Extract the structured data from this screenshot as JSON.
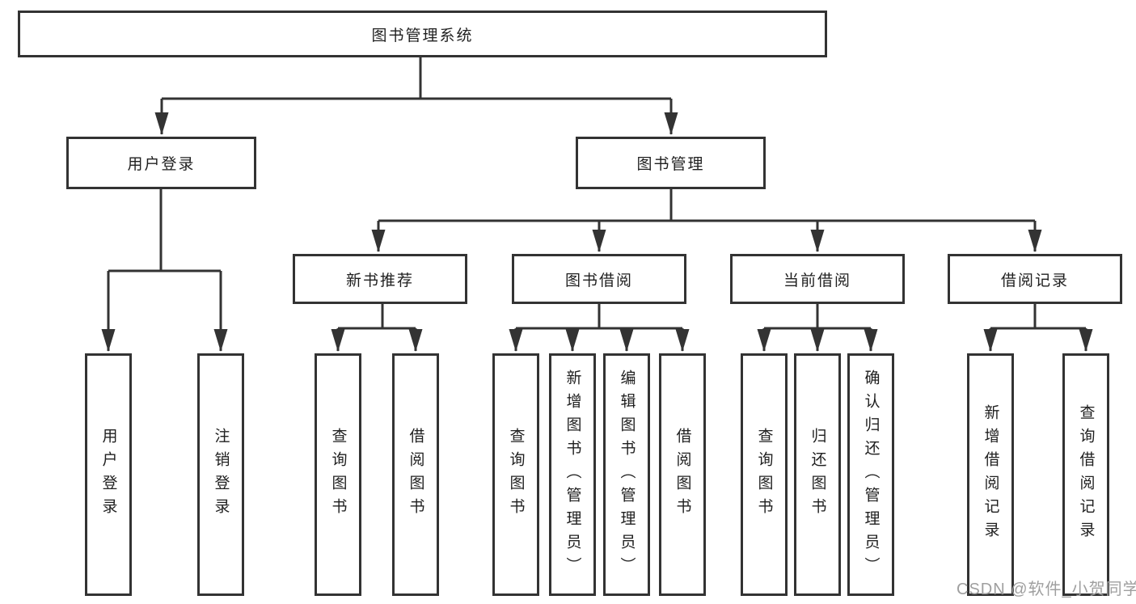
{
  "diagram": {
    "watermark": "CSDN @软件_小贺同学",
    "colors": {
      "line": "#333333",
      "box_border": "#333333",
      "text": "#1f1f1f",
      "background": "#ffffff",
      "watermark": "#9f9f9f"
    },
    "tree": {
      "label": "图书管理系统",
      "children": [
        {
          "label": "用户登录",
          "children": [
            {
              "label": "用户登录"
            },
            {
              "label": "注销登录"
            }
          ]
        },
        {
          "label": "图书管理",
          "children": [
            {
              "label": "新书推荐",
              "children": [
                {
                  "label": "查询图书"
                },
                {
                  "label": "借阅图书"
                }
              ]
            },
            {
              "label": "图书借阅",
              "children": [
                {
                  "label": "查询图书"
                },
                {
                  "label": "新增图书（管理员）"
                },
                {
                  "label": "编辑图书（管理员）"
                },
                {
                  "label": "借阅图书"
                }
              ]
            },
            {
              "label": "当前借阅",
              "children": [
                {
                  "label": "查询图书"
                },
                {
                  "label": "归还图书"
                },
                {
                  "label": "确认归还（管理员）"
                }
              ]
            },
            {
              "label": "借阅记录",
              "children": [
                {
                  "label": "新增借阅记录"
                },
                {
                  "label": "查询借阅记录"
                }
              ]
            }
          ]
        }
      ]
    }
  }
}
